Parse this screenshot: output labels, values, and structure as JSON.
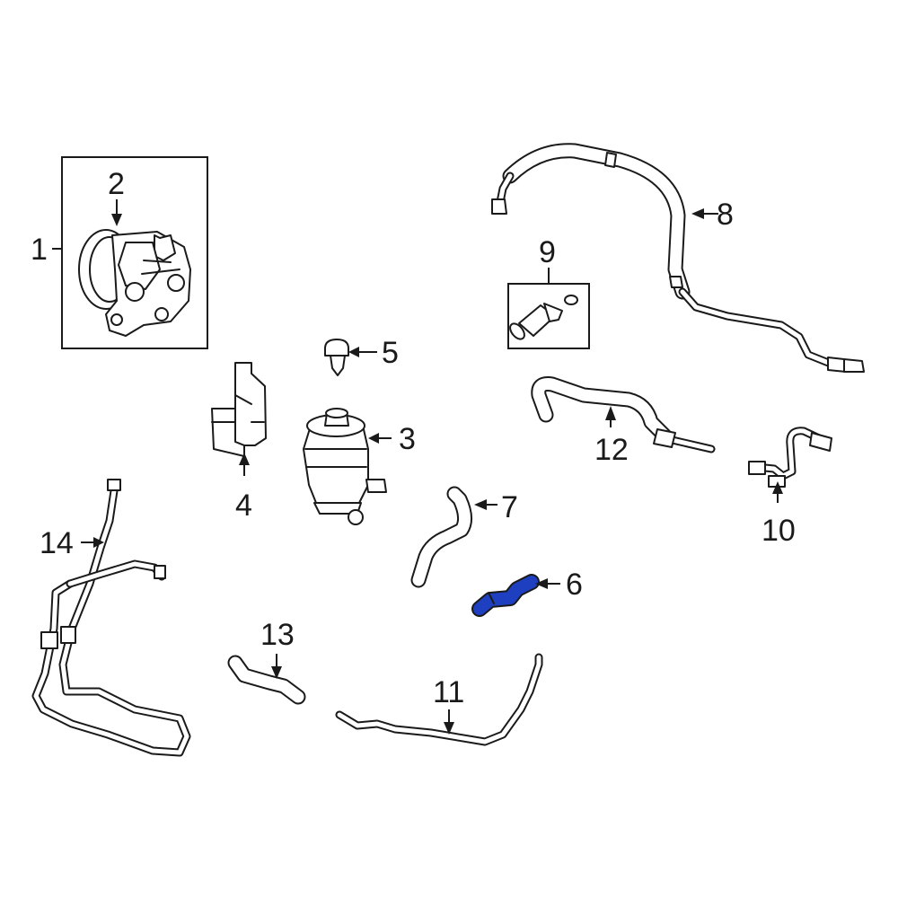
{
  "highlight_color": "#1e3fbf",
  "callouts": [
    {
      "id": "c1",
      "label": "1"
    },
    {
      "id": "c2",
      "label": "2"
    },
    {
      "id": "c3",
      "label": "3"
    },
    {
      "id": "c4",
      "label": "4"
    },
    {
      "id": "c5",
      "label": "5"
    },
    {
      "id": "c6",
      "label": "6",
      "highlighted": true
    },
    {
      "id": "c7",
      "label": "7"
    },
    {
      "id": "c8",
      "label": "8"
    },
    {
      "id": "c9",
      "label": "9"
    },
    {
      "id": "c10",
      "label": "10"
    },
    {
      "id": "c11",
      "label": "11"
    },
    {
      "id": "c12",
      "label": "12"
    },
    {
      "id": "c13",
      "label": "13"
    },
    {
      "id": "c14",
      "label": "14"
    }
  ]
}
